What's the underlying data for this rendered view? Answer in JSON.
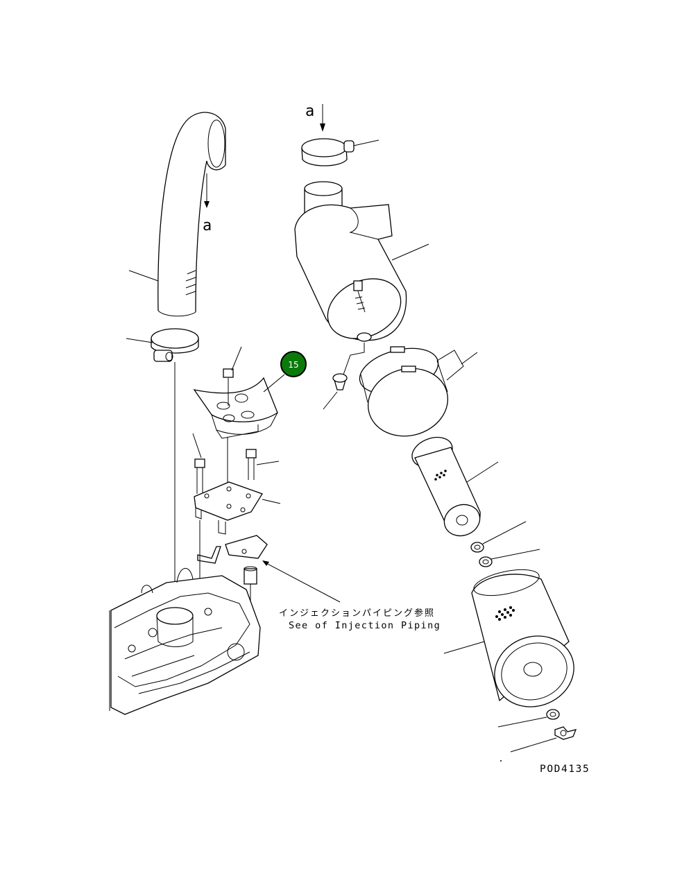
{
  "view_labels": {
    "arrow_top": "a",
    "arrow_left": "a"
  },
  "note": {
    "japanese": "インジェクションパイピング参照",
    "english": "See of Injection Piping"
  },
  "drawing_code": "POD4135",
  "callouts": [
    {
      "number": "15",
      "color": "#0b7a0b"
    }
  ]
}
